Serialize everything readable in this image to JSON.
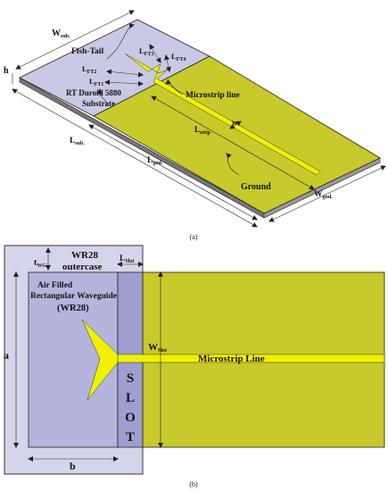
{
  "colors": {
    "substrate": "#c9c9e6",
    "waveguide_outer": "#d4d4ea",
    "waveguide_inner": "#b4b4dc",
    "slot": "#9e9ed0",
    "ground": "#c8c92a",
    "strip": "#f0f000",
    "line": "#222222"
  },
  "panel_a": {
    "caption": "(a)",
    "labels": {
      "w_sub": "W",
      "w_sub_sub": "sub.",
      "h": "h",
      "fish_tail": "Fish-Tail",
      "l_ft1": "L",
      "l_ft1_sub": "FT1",
      "l_ft2": "L",
      "l_ft2_sub": "FT2",
      "l_ft3": "L",
      "l_ft3_sub": "FT3",
      "l_ft4": "L",
      "l_ft4_sub": "FT4",
      "substrate_line1": "RT Duroid 5880",
      "substrate_line2": "Substrate",
      "microstrip_line": "Microstrip line",
      "w": "w",
      "l_strip": "L",
      "l_strip_sub": "strip",
      "l_sub": "L",
      "l_sub_sub": "sub.",
      "l_gnd": "L",
      "l_gnd_sub": "gnd.",
      "ground": "Ground",
      "w_gnd": "W",
      "w_gnd_sub": "gnd."
    }
  },
  "panel_b": {
    "caption": "(b)",
    "labels": {
      "wr28_line1": "WR28",
      "wr28_line2": "outercase",
      "t_wg": "t",
      "t_wg_sub": "WG",
      "l_slot": "L",
      "l_slot_sub": "Slot",
      "air_line1": "Air Filled",
      "air_line2": "Rectangular Waveguide",
      "air_line3": "(WR28)",
      "a": "a",
      "b": "b",
      "w_slot": "W",
      "w_slot_sub": "Slot",
      "microstrip_line": "Microstrip Line",
      "slot_letters": [
        "S",
        "L",
        "O",
        "T"
      ]
    }
  }
}
